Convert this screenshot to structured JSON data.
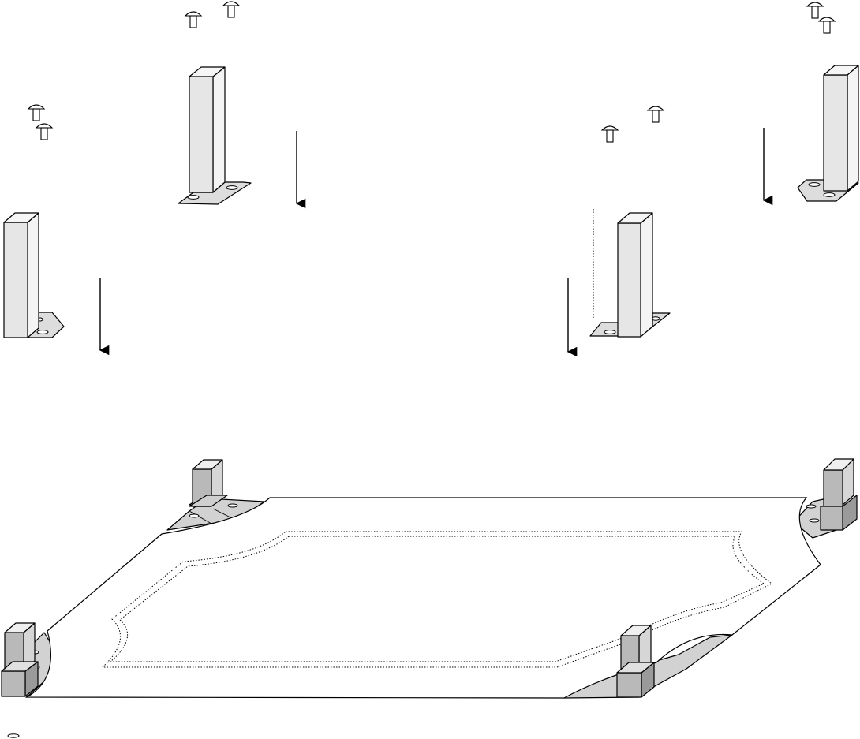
{
  "colors": {
    "background": "#ffffff",
    "outline": "#000000",
    "post_front_light": "#e6e6e6",
    "post_side_light": "#f4f4f4",
    "post_top": "#f6f6f6",
    "plate_light": "#dddddd",
    "post_front_dark": "#b9b9b9",
    "post_side_dark": "#9a9a9a",
    "plate_dark": "#d2d2d2",
    "panel": "#ffffff"
  },
  "upper_section": {
    "exploded_posts": [
      {
        "corner": "back-left",
        "flange": "left"
      },
      {
        "corner": "back-right",
        "flange": "left"
      },
      {
        "corner": "front-left",
        "flange": "right"
      },
      {
        "corner": "front-right",
        "flange": "left"
      }
    ],
    "screw_count": 8,
    "arrow_count": 4,
    "arrow_direction": "down"
  },
  "lower_section": {
    "panel": "base-panel",
    "inner_outline": "double-dotted",
    "assembled_posts": [
      "back-left",
      "back-right",
      "front-left",
      "front-right"
    ]
  }
}
